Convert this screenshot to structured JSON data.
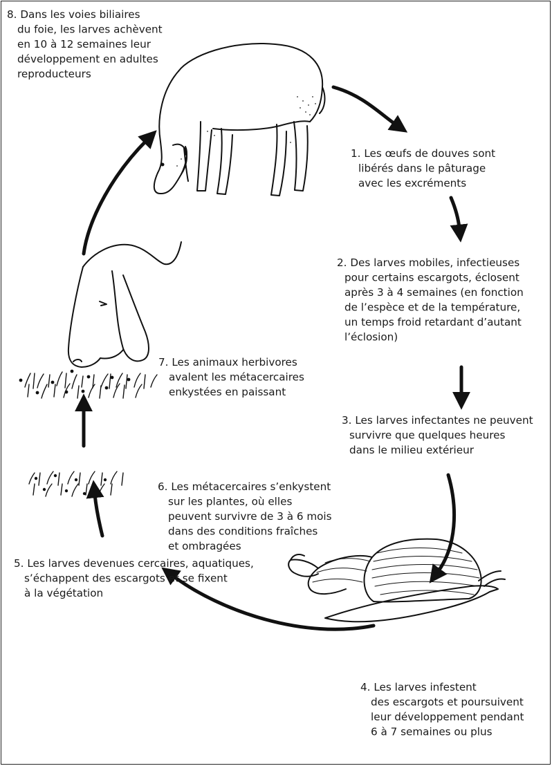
{
  "steps": [
    {
      "id": "s1",
      "lines": [
        "1. Les œufs de douves sont",
        "libérés dans le pâturage",
        "avec les excréments"
      ]
    },
    {
      "id": "s2",
      "lines": [
        "2. Des larves mobiles, infectieuses",
        "pour certains escargots, éclosent",
        "après 3 à 4 semaines (en fonction",
        "de l’espèce et de la température,",
        "un temps froid retardant d’autant",
        "l’éclosion)"
      ]
    },
    {
      "id": "s3",
      "lines": [
        "3. Les larves infectantes ne peuvent",
        "survivre que quelques heures",
        "dans le milieu extérieur"
      ]
    },
    {
      "id": "s4",
      "lines": [
        "4. Les larves infestent",
        "des escargots et poursuivent",
        "leur développement pendant",
        "6 à 7 semaines ou plus"
      ]
    },
    {
      "id": "s5",
      "lines": [
        "5. Les larves devenues cercaires, aquatiques,",
        "s’échappent des escargots et se fixent",
        "à la végétation"
      ]
    },
    {
      "id": "s6",
      "lines": [
        "6. Les métacercaires s’enkystent",
        "sur les plantes, où elles",
        "peuvent survivre de 3 à 6 mois",
        "dans des conditions fraîches",
        "et ombragées"
      ]
    },
    {
      "id": "s7",
      "lines": [
        "7. Les animaux herbivores",
        "avalent les métacercaires",
        "enkystées en paissant"
      ]
    },
    {
      "id": "s8",
      "lines": [
        "8. Dans les voies biliaires",
        "du foie, les larves achèvent",
        "en 10 à 12 semaines leur",
        "développement en adultes",
        "reproducteurs"
      ]
    }
  ]
}
